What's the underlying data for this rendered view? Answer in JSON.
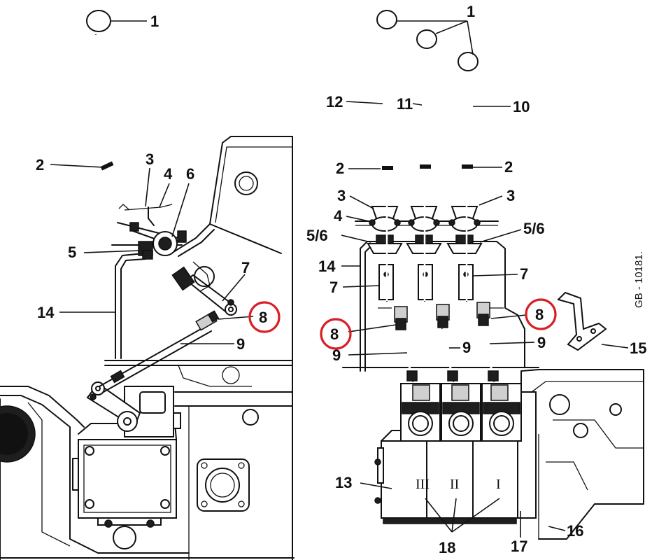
{
  "figure_code": "GB - 10181.",
  "highlight_color": "#d81f26",
  "left_view": {
    "labels": {
      "l1": "1",
      "l2": "2",
      "l3": "3",
      "l4": "4",
      "l5": "5",
      "l6": "6",
      "l7": "7",
      "l8": "8",
      "l9": "9",
      "l14": "14"
    }
  },
  "right_view": {
    "labels": {
      "l1": "1",
      "l12": "12",
      "l11": "11",
      "l10": "10",
      "l2a": "2",
      "l2b": "2",
      "l3a": "3",
      "l3b": "3",
      "l4": "4",
      "l56a": "5/6",
      "l56b": "5/6",
      "l14": "14",
      "l7a": "7",
      "l7b": "7",
      "l8a": "8",
      "l8b": "8",
      "l9a": "9",
      "l9b": "9",
      "l9c": "9",
      "l15": "15",
      "l13": "13",
      "l16": "16",
      "l17": "17",
      "l18": "18"
    },
    "section_marks": [
      "III",
      "II",
      "I"
    ]
  }
}
